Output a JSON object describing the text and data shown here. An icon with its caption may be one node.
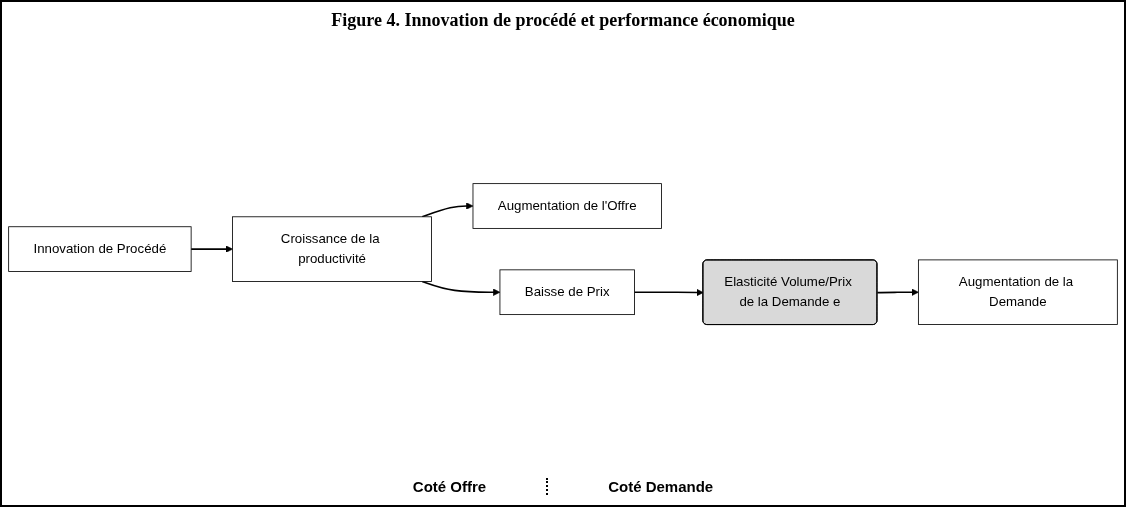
{
  "diagram": {
    "title": "Figure 4. Innovation de procédé et performance économique",
    "nodes": [
      {
        "text": [
          "Croissance de la productivité"
        ]
      },
      {
        "text": [
          "Augmentation de l'Offre"
        ]
      },
      {
        "text": [
          "Innovation de Procédé"
        ]
      },
      {
        "text": [
          "Baisse de Prix"
        ]
      },
      {
        "text": [
          "Elasticité Volume/Prix de la Demande e"
        ]
      },
      {
        "text": [
          "Augmentation de la Demande"
        ]
      }
    ],
    "edges": [
      {
        "from": 2,
        "to": 0,
        "arrow": "to"
      },
      {
        "from": 0,
        "to": 1,
        "arrow": "to"
      },
      {
        "from": 0,
        "to": 3,
        "arrow": "to"
      },
      {
        "from": 3,
        "to": 4,
        "arrow": "to"
      },
      {
        "from": 4,
        "to": 5,
        "arrow": "to"
      }
    ],
    "labels": [
      "Coté Offre",
      "Coté Demande"
    ]
  }
}
